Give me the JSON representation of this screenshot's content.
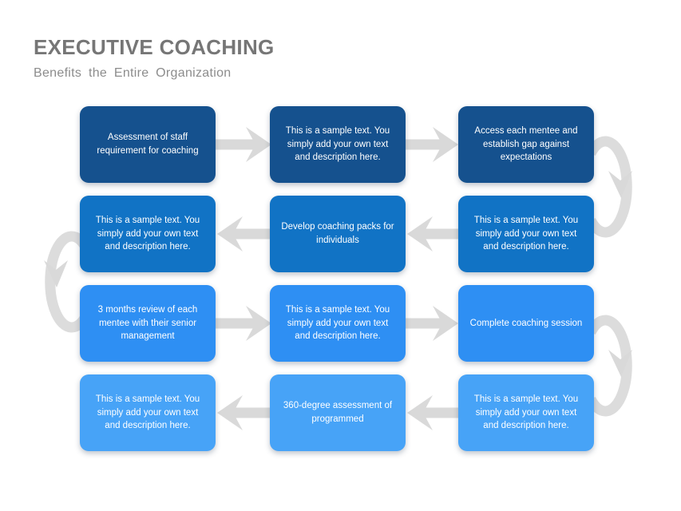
{
  "slide": {
    "title": "EXECUTIVE COACHING",
    "subtitle": "Benefits the Entire Organization"
  },
  "colors": {
    "row1": "#15518e",
    "row2": "#1173c5",
    "row3": "#2e8ff3",
    "row4": "#47a3f7",
    "arrow": "#d9d9d9",
    "curve": "#dcdcdc",
    "title": "#767676",
    "subtitle": "#8c8c8c",
    "background": "#ffffff",
    "box_text": "#ffffff"
  },
  "grid": {
    "rows": [
      {
        "flow": "left-to-right",
        "boxes": [
          "Assessment of staff requirement for coaching",
          "This is a sample text. You simply add your own text and description here.",
          "Access each mentee and establish gap against expectations"
        ]
      },
      {
        "flow": "right-to-left",
        "boxes": [
          "This is a sample text. You simply add your own text and description here.",
          "Develop coaching packs for individuals",
          "This is a sample text. You simply add your own text and description here."
        ]
      },
      {
        "flow": "left-to-right",
        "boxes": [
          "3 months review of each mentee with their senior management",
          "This is a sample text. You simply add your own text and description here.",
          "Complete coaching session"
        ]
      },
      {
        "flow": "right-to-left",
        "boxes": [
          "This is a sample text. You simply add your own text and description here.",
          "360-degree assessment of programmed",
          "This is a sample text. You simply add your own text and description here."
        ]
      }
    ]
  }
}
